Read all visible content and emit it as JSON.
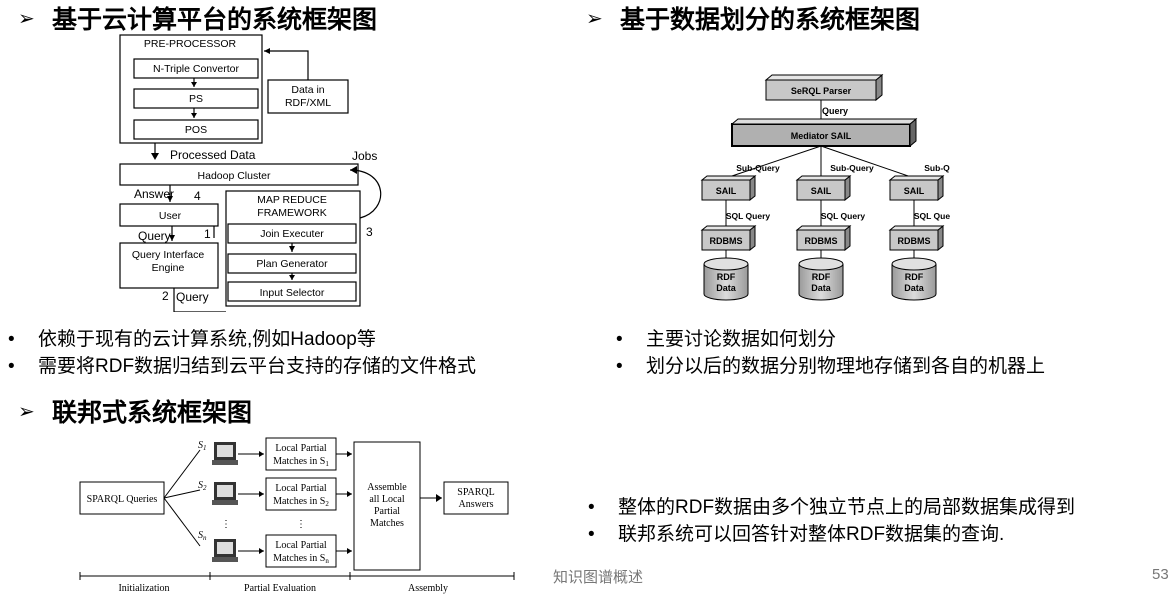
{
  "headings": {
    "cloud": "基于云计算平台的系统框架图",
    "partition": "基于数据划分的系统框架图",
    "federated": "联邦式系统框架图"
  },
  "bullets": {
    "cloud": [
      "依赖于现有的云计算系统,例如Hadoop等",
      "需要将RDF数据归结到云平台支持的存储的文件格式"
    ],
    "partition": [
      "主要讨论数据如何划分",
      "划分以后的数据分别物理地存储到各自的机器上"
    ],
    "federated": [
      "整体的RDF数据由多个独立节点上的局部数据集成得到",
      "联邦系统可以回答针对整体RDF数据集的查询."
    ]
  },
  "footer": {
    "title": "知识图谱概述",
    "page": "53"
  },
  "cloud_diagram": {
    "preprocessor": "PRE-PROCESSOR",
    "ntriple": "N-Triple Convertor",
    "ps": "PS",
    "pos": "POS",
    "data_in_1": "Data in",
    "data_in_2": "RDF/XML",
    "processed": "Processed Data",
    "jobs": "Jobs",
    "hadoop": "Hadoop Cluster",
    "answer": "Answer",
    "num4": "4",
    "user": "User",
    "query1": "Query",
    "num1": "1",
    "qie1": "Query Interface",
    "qie2": "Engine",
    "num2": "2",
    "query2": "Query",
    "mr1": "MAP REDUCE",
    "mr2": "FRAMEWORK",
    "join": "Join Executer",
    "plan": "Plan Generator",
    "input": "Input Selector",
    "num3": "3"
  },
  "partition_diagram": {
    "parser": "SeRQL Parser",
    "query": "Query",
    "mediator": "Mediator SAIL",
    "subquery": "Sub-Query",
    "sail": "SAIL",
    "sqlquery": "SQL Query",
    "rdbms": "RDBMS",
    "rdf": "RDF",
    "data": "Data"
  },
  "federated_diagram": {
    "sparql_queries": "SPARQL Queries",
    "s1": "S",
    "sub1": "1",
    "sub2": "2",
    "subn": "n",
    "dots": "⋮",
    "local1": "Local Partial",
    "matches_in": "Matches in S",
    "assemble1": "Assemble",
    "assemble2": "all Local",
    "assemble3": "Partial",
    "assemble4": "Matches",
    "answers1": "SPARQL",
    "answers2": "Answers",
    "phase_init": "Initialization",
    "phase_partial": "Partial Evaluation",
    "phase_assembly": "Assembly"
  }
}
